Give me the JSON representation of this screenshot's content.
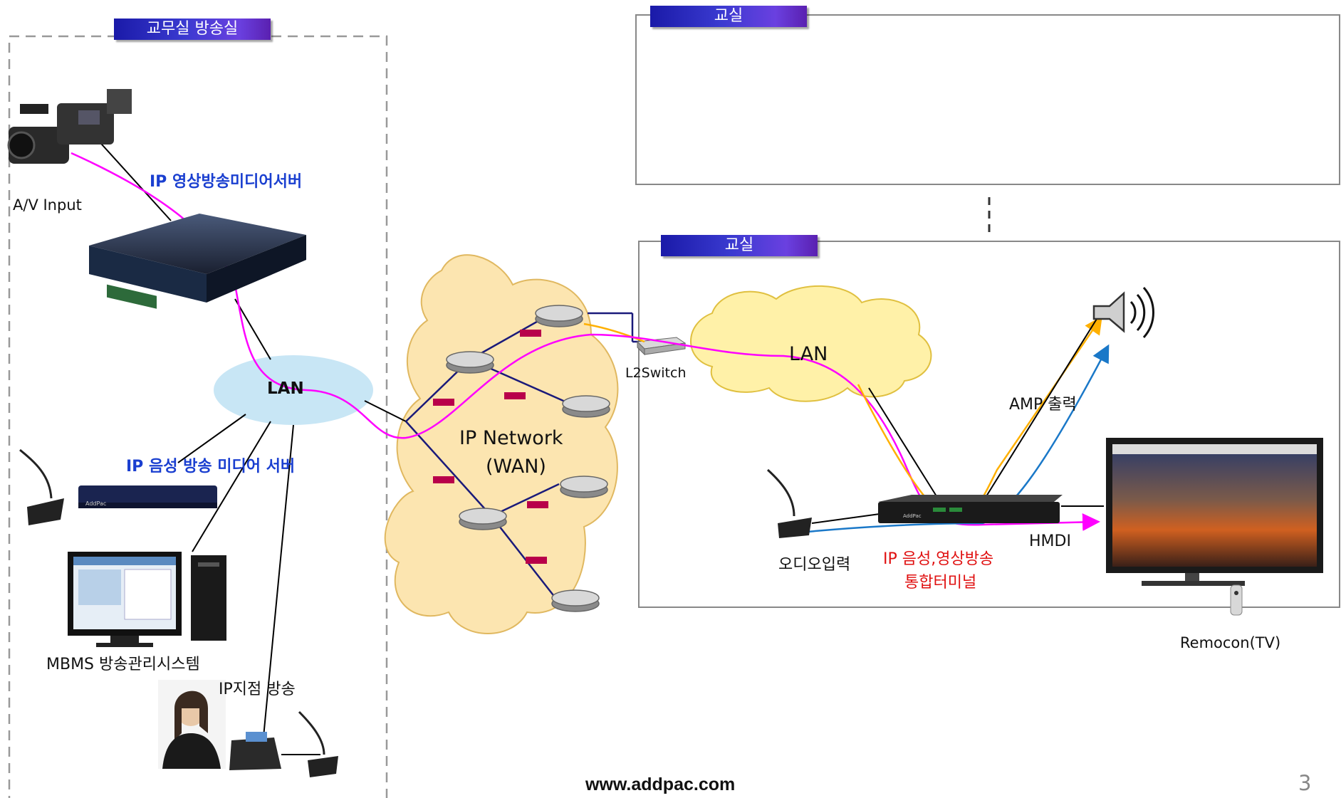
{
  "headers": {
    "left_room": "교무실 방송실",
    "classroom_top": "교실",
    "classroom_bottom": "교실"
  },
  "labels": {
    "av_input": "A/V Input",
    "video_server_prefix": "IP",
    "video_server_rest": " 영상방송미디어서버",
    "lan_left": "LAN",
    "audio_server_prefix": "IP",
    "audio_server_rest": " 음성 방송 미디어 서버",
    "mbms": "MBMS 방송관리시스템",
    "ip_branch": "IP지점 방송",
    "wan_line1": "IP Network",
    "wan_line2": "(WAN)",
    "l2switch": "L2Switch",
    "lan_right": "LAN",
    "amp_out": "AMP 출력",
    "hmdi": "HMDI",
    "audio_input": "오디오입력",
    "terminal_line1": "IP 음성,영상방송",
    "terminal_line2": "통합터미널",
    "remocon": "Remocon(TV)",
    "device_brand": "AddPac"
  },
  "footer": {
    "url": "www.addpac.com",
    "page": "3"
  },
  "colors": {
    "magenta": "#ff00ff",
    "orange": "#ffb000",
    "blue_line": "#1a78c8",
    "cloud": "#fce5b0",
    "lan_ellipse": "#c8e6f5",
    "wan_link": "#1a1a7a",
    "red_tag": "#b8004a"
  }
}
